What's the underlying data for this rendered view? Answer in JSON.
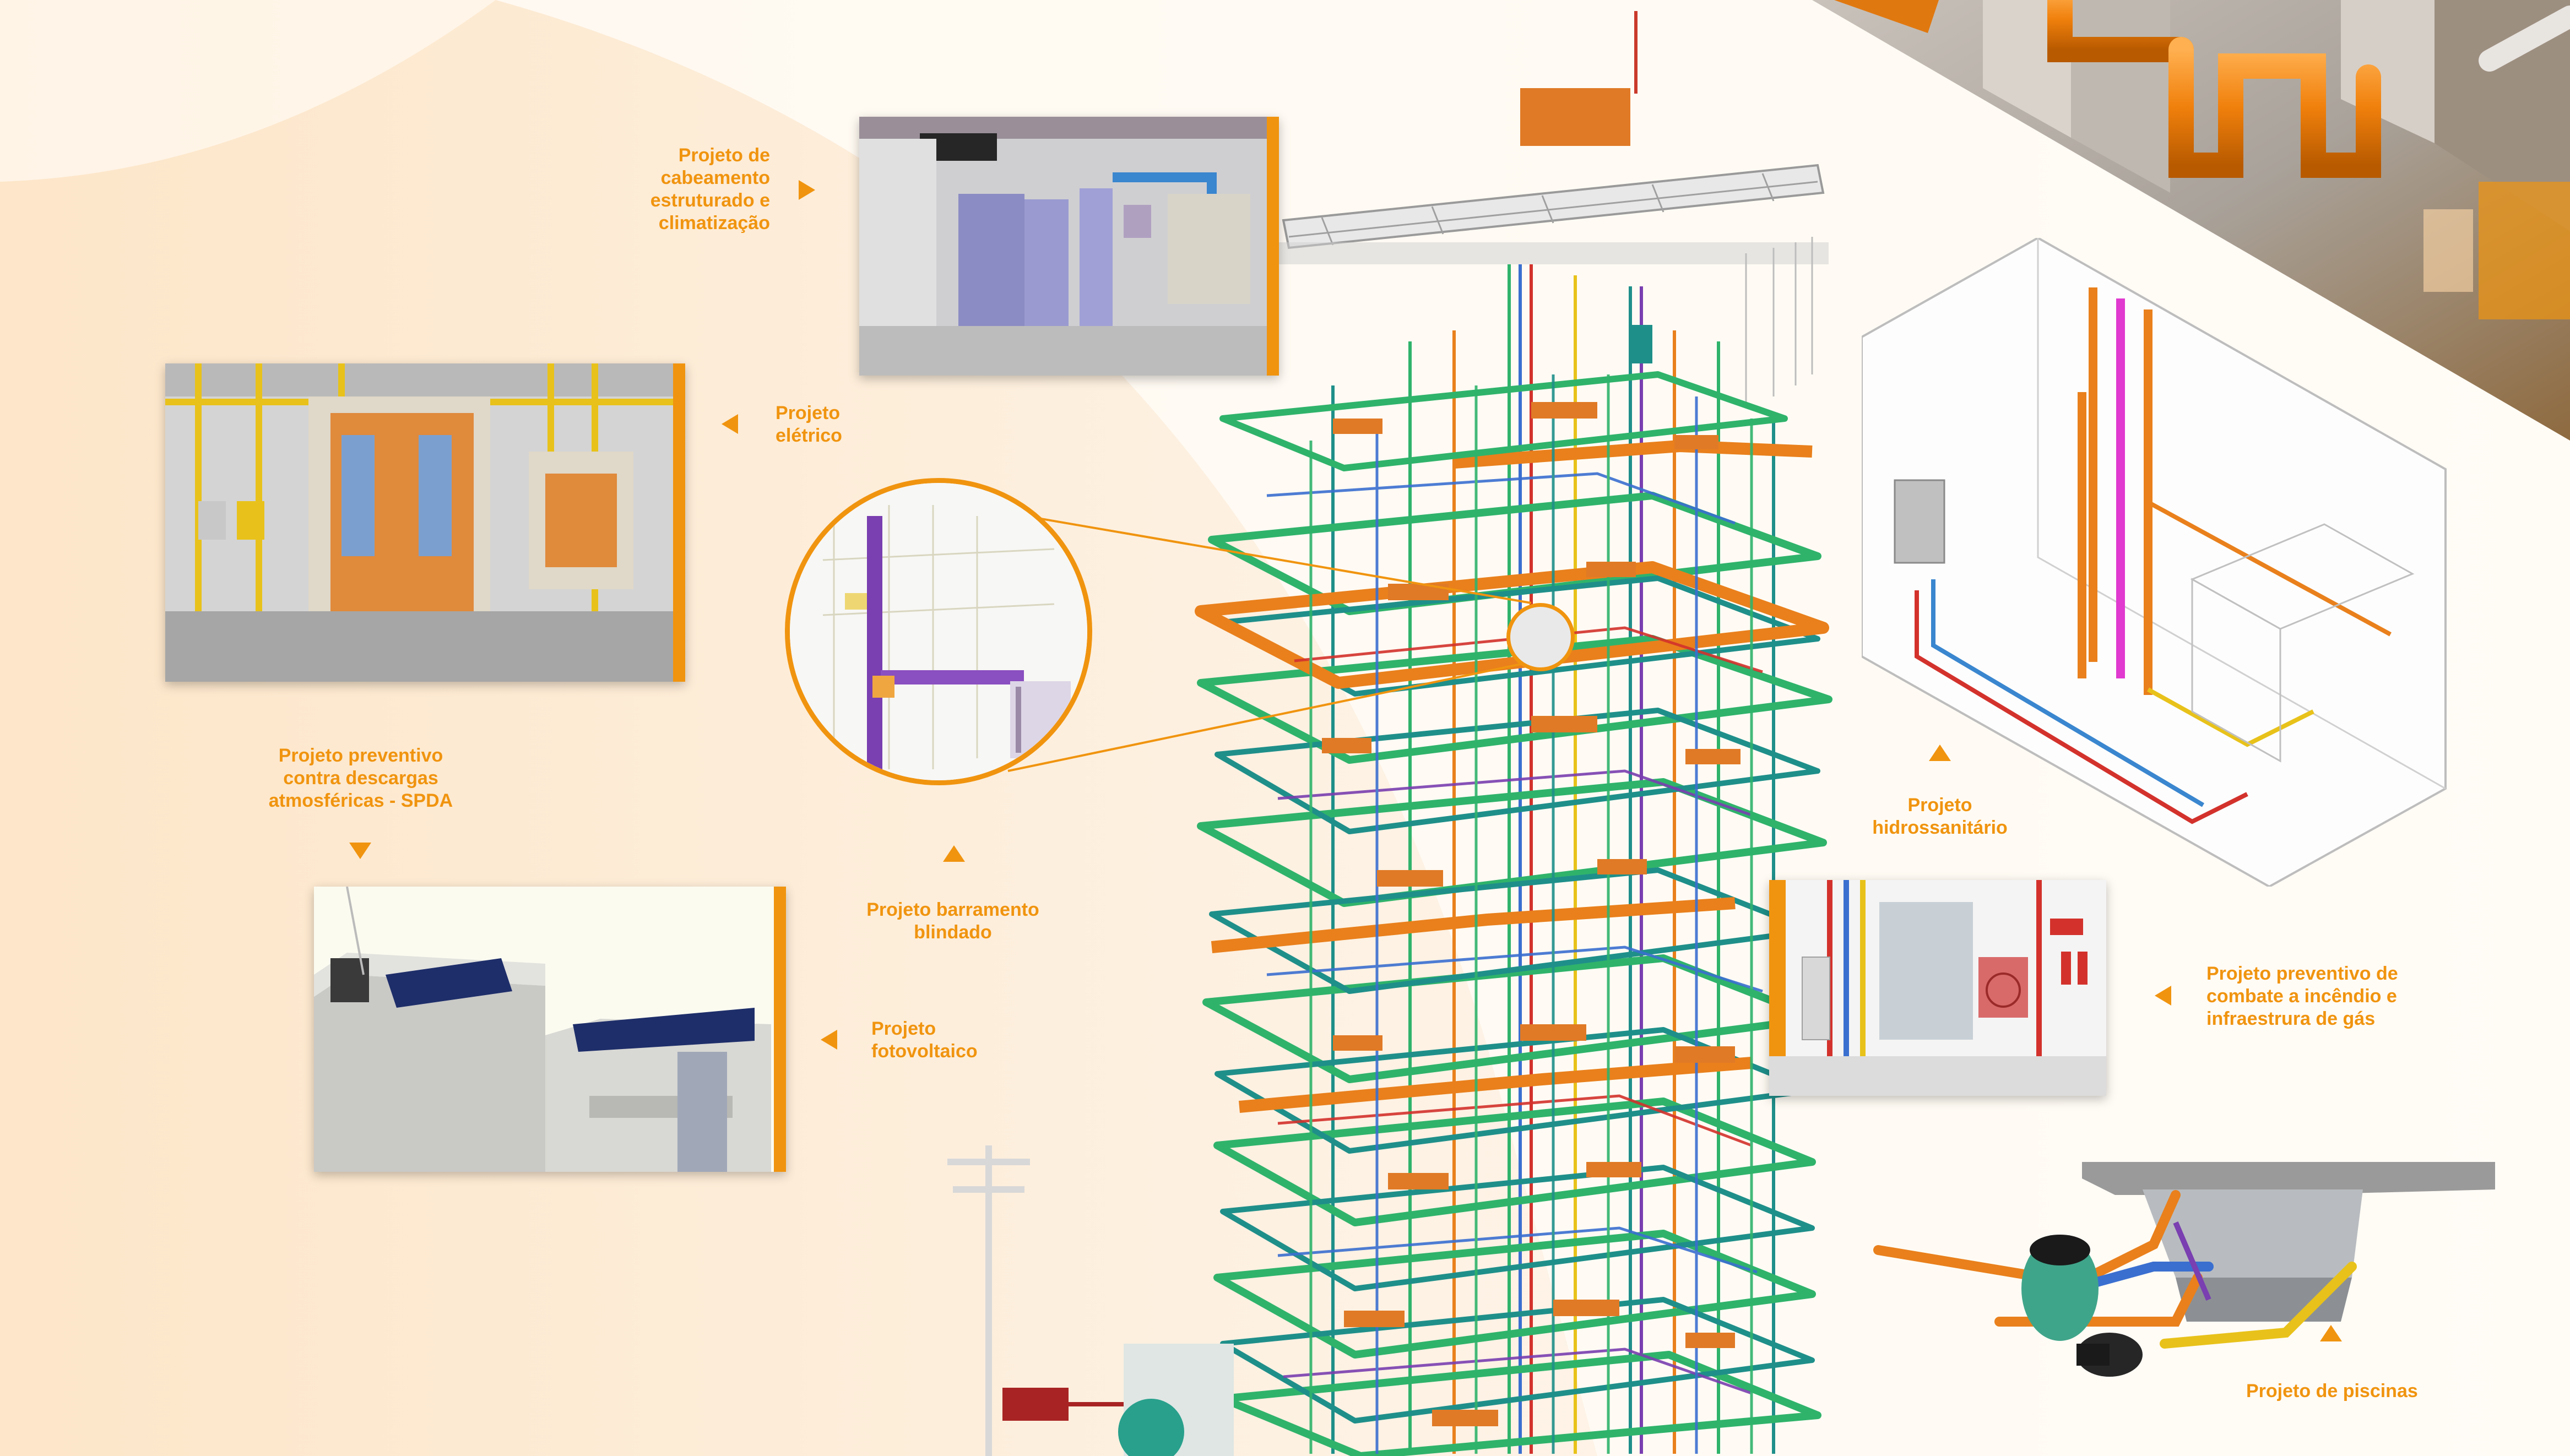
{
  "labels": {
    "cabeamento": "Projeto de\ncabeamento\nestruturado e\nclimatização",
    "eletrico": "Projeto\nelétrico",
    "spda": "Projeto preventivo\ncontra descargas\natmosféricas - SPDA",
    "fotovoltaico": "Projeto\nfotovoltaico",
    "barramento": "Projeto barramento\nblindado",
    "hidrossanitario": "Projeto\nhidrossanitário",
    "incendio": "Projeto preventivo de\ncombate a incêndio e\ninfraestrura de gás",
    "piscinas": "Projeto de piscinas"
  },
  "colors": {
    "accent": "#f0940f",
    "background": "#fdf3e8",
    "pipe_green": "#2fb36b",
    "pipe_teal": "#1f8f8a",
    "pipe_orange": "#e9801c",
    "pipe_blue": "#3a6fd0",
    "pipe_red": "#d3322c",
    "pipe_purple": "#7a3fb0",
    "pipe_yellow": "#e8c21a",
    "pipe_magenta": "#e03ad0"
  },
  "icons": {
    "arrow": "triangle-arrow"
  }
}
